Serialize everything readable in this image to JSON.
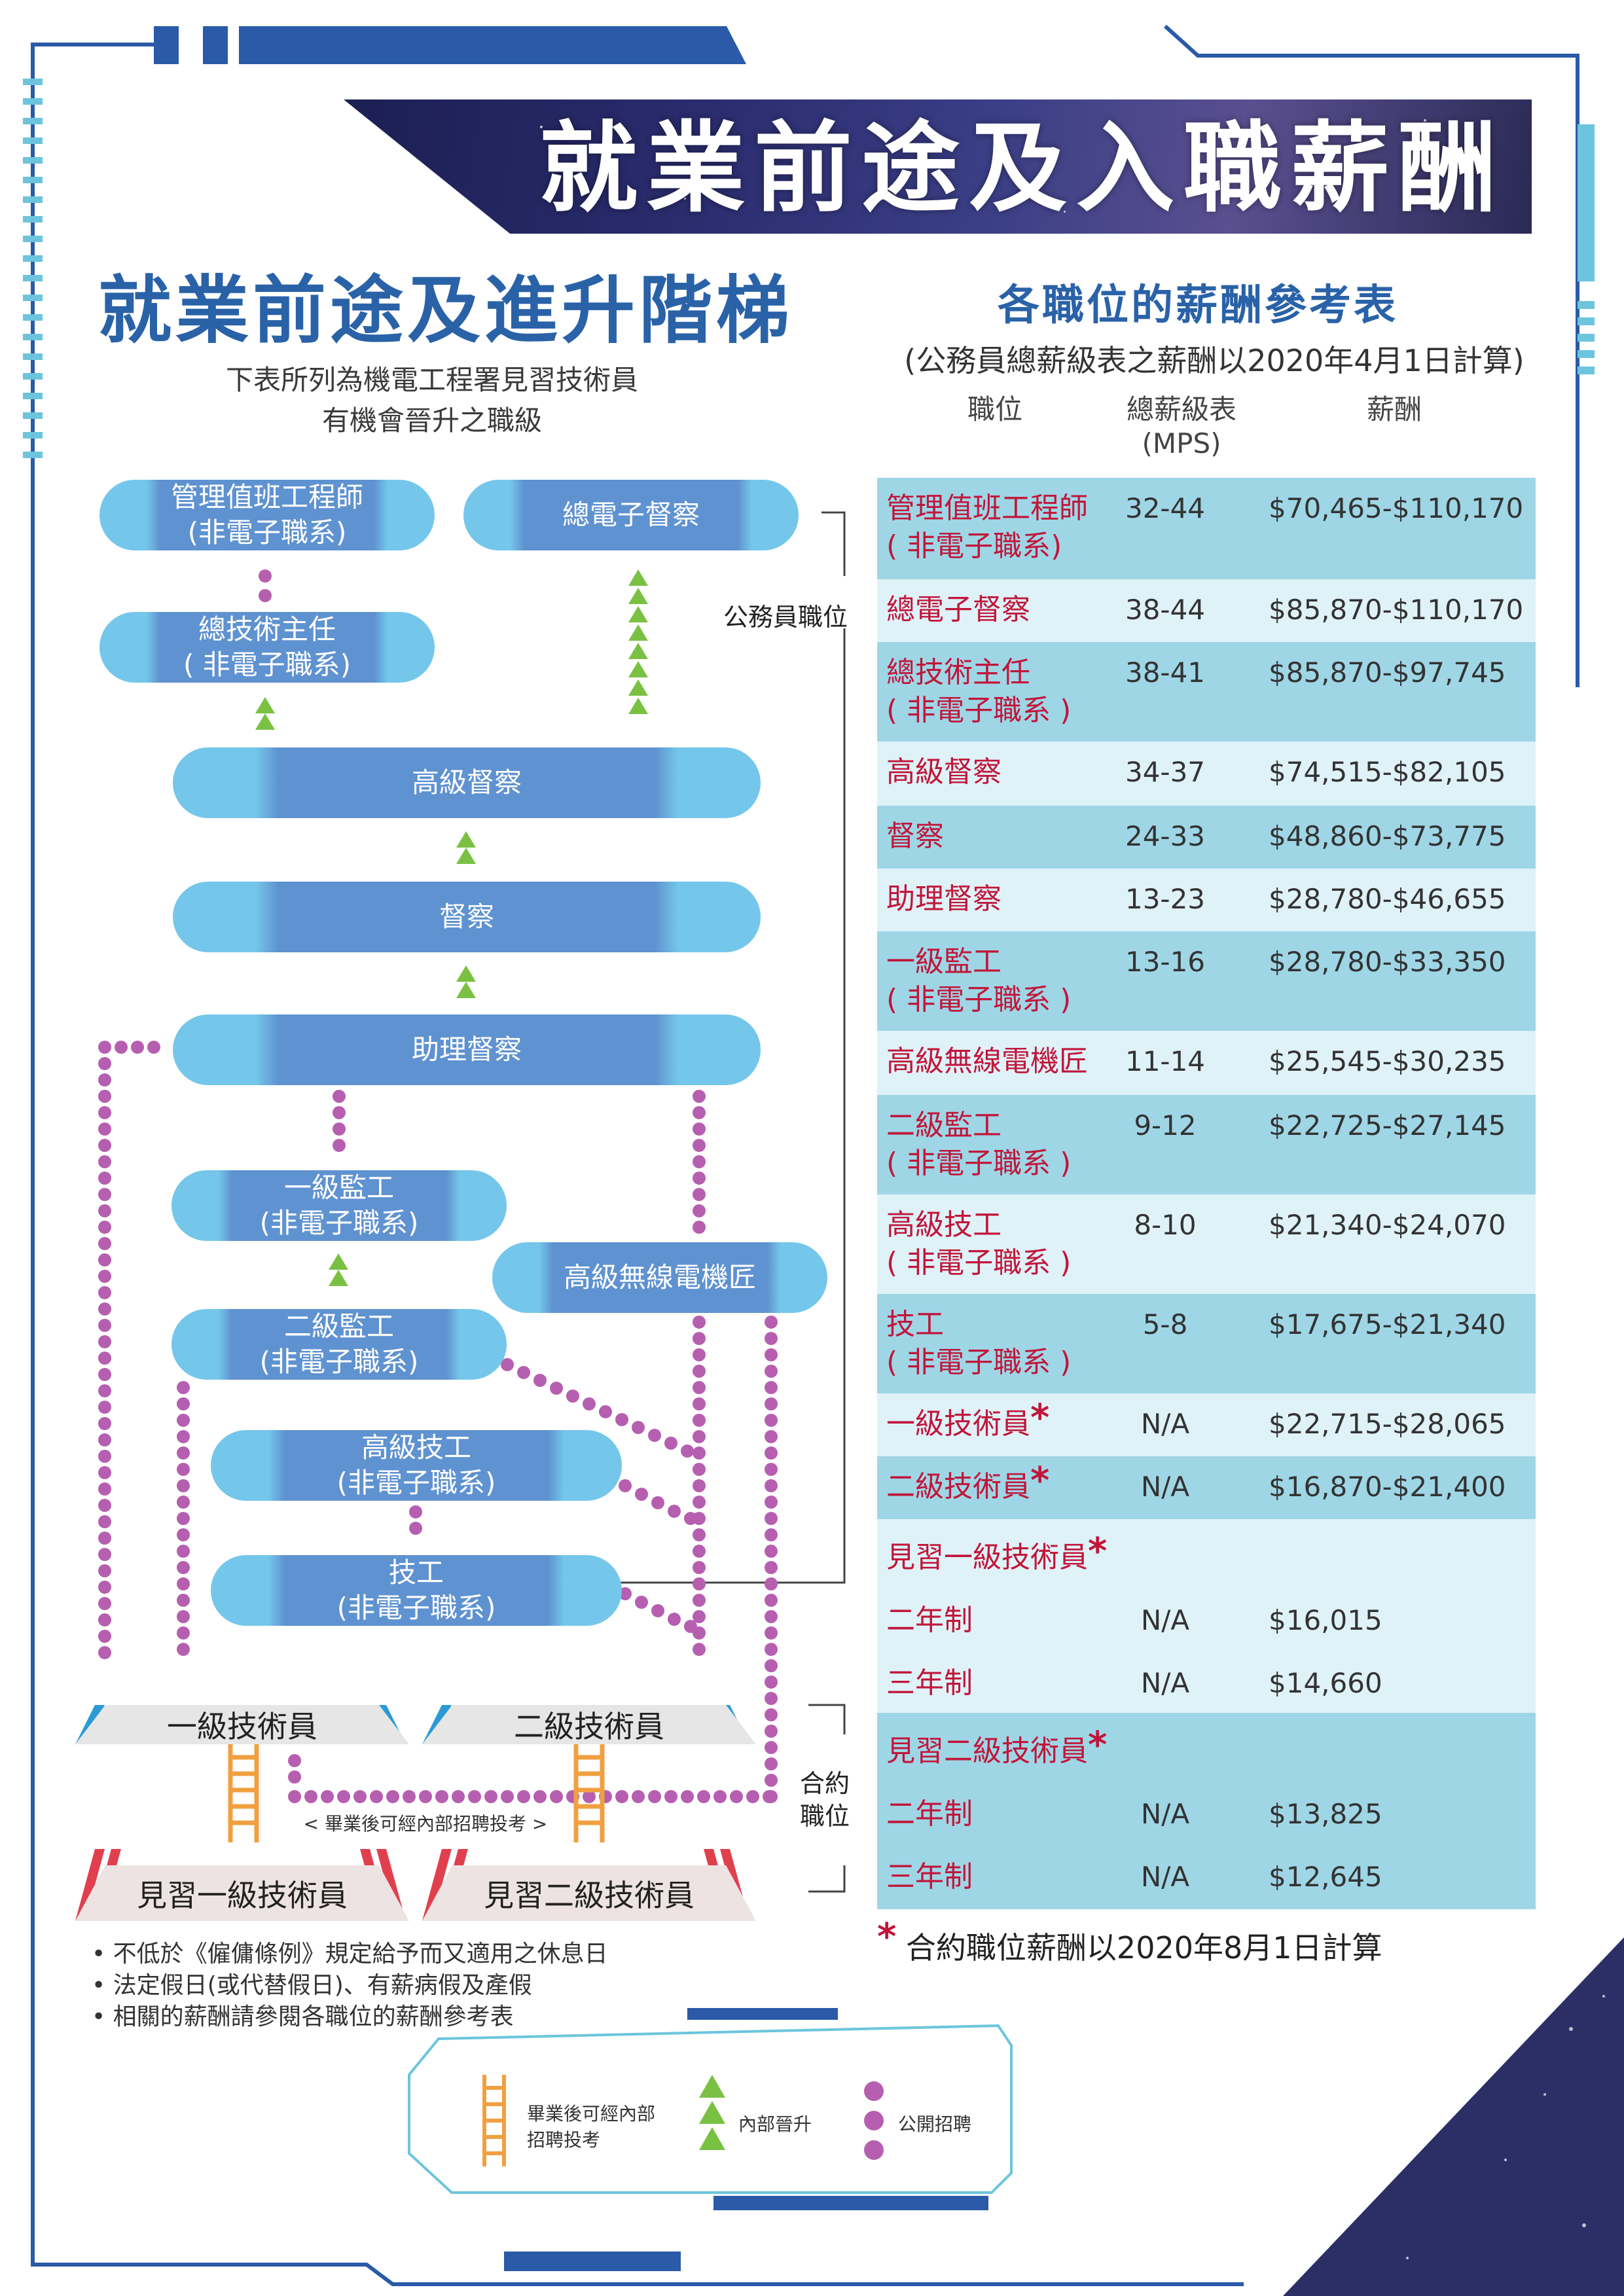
{
  "title": "就業前途及入職薪酬",
  "left": {
    "heading": "就業前途及進升階梯",
    "subtitle_line1": "下表所列為機電工程署見習技術員",
    "subtitle_line2": "有機會晉升之職級"
  },
  "ladder": {
    "engineer_line1": "管理值班工程師",
    "engineer_line2": "(非電子職系)",
    "chief_electronic_inspector": "總電子督察",
    "chief_tech_officer_line1": "總技術主任",
    "chief_tech_officer_line2": "( 非電子職系)",
    "senior_inspector": "高級督察",
    "inspector": "督察",
    "assistant_inspector": "助理督察",
    "foreman1_line1": "一級監工",
    "foreman1_line2": "(非電子職系)",
    "senior_radio_mechanic": "高級無線電機匠",
    "foreman2_line1": "二級監工",
    "foreman2_line2": "(非電子職系)",
    "senior_artisan_line1": "高級技工",
    "senior_artisan_line2": "(非電子職系)",
    "artisan_line1": "技工",
    "artisan_line2": "(非電子職系)",
    "tech1": "一級技術員",
    "tech2": "二級技術員",
    "trainee1": "見習一級技術員",
    "trainee2": "見習二級技術員",
    "internal_note": "< 畢業後可經內部招聘投考 >",
    "civil_service_label": "公務員職位",
    "contract_label_line1": "合約",
    "contract_label_line2": "職位"
  },
  "notes": [
    "• 不低於《僱傭條例》規定給予而又適用之休息日",
    "• 法定假日(或代替假日)、有薪病假及產假",
    "• 相關的薪酬請參閱各職位的薪酬參考表"
  ],
  "legend": {
    "ladder_line1": "畢業後可經內部",
    "ladder_line2": "招聘投考",
    "arrow": "內部晉升",
    "dots": "公開招聘"
  },
  "salary": {
    "heading": "各職位的薪酬參考表",
    "subheading": "(公務員總薪級表之薪酬以2020年4月1日計算)",
    "col_title": "職位",
    "col_mps_line1": "總薪級表",
    "col_mps_line2": "(MPS)",
    "col_salary": "薪酬",
    "rows": [
      {
        "t1": "管理值班工程師",
        "t2": "( 非電子職系)",
        "mps": "32-44",
        "sal": "$70,465-$110,170"
      },
      {
        "t1": "總電子督察",
        "t2": "",
        "mps": "38-44",
        "sal": "$85,870-$110,170"
      },
      {
        "t1": "總技術主任",
        "t2": "( 非電子職系 )",
        "mps": "38-41",
        "sal": "$85,870-$97,745"
      },
      {
        "t1": "高級督察",
        "t2": "",
        "mps": "34-37",
        "sal": "$74,515-$82,105"
      },
      {
        "t1": "督察",
        "t2": "",
        "mps": "24-33",
        "sal": "$48,860-$73,775"
      },
      {
        "t1": "助理督察",
        "t2": "",
        "mps": "13-23",
        "sal": "$28,780-$46,655"
      },
      {
        "t1": "一級監工",
        "t2": "( 非電子職系 )",
        "mps": "13-16",
        "sal": "$28,780-$33,350"
      },
      {
        "t1": "高級無線電機匠",
        "t2": "",
        "mps": "11-14",
        "sal": "$25,545-$30,235"
      },
      {
        "t1": "二級監工",
        "t2": "( 非電子職系 )",
        "mps": "9-12",
        "sal": "$22,725-$27,145"
      },
      {
        "t1": "高級技工",
        "t2": "( 非電子職系 )",
        "mps": "8-10",
        "sal": "$21,340-$24,070"
      },
      {
        "t1": "技工",
        "t2": "( 非電子職系 )",
        "mps": "5-8",
        "sal": "$17,675-$21,340"
      },
      {
        "t1": "一級技術員",
        "star": "*",
        "mps": "N/A",
        "sal": "$22,715-$28,065"
      },
      {
        "t1": "二級技術員",
        "star": "*",
        "mps": "N/A",
        "sal": "$16,870-$21,400"
      }
    ],
    "trainee1": {
      "title": "見習一級技術員",
      "star": "*",
      "r1": "二年制",
      "r1_mps": "N/A",
      "r1_sal": "$16,015",
      "r2": "三年制",
      "r2_mps": "N/A",
      "r2_sal": "$14,660"
    },
    "trainee2": {
      "title": "見習二級技術員",
      "star": "*",
      "r1": "二年制",
      "r1_mps": "N/A",
      "r1_sal": "$13,825",
      "r2": "三年制",
      "r2_mps": "N/A",
      "r2_sal": "$12,645"
    },
    "footnote_star": "*",
    "footnote": "合約職位薪酬以2020年8月1日計算"
  },
  "colors": {
    "accent_blue": "#2a62a8",
    "pill_blue": "#5f92d0",
    "pill_light": "#74c7ea",
    "table_dark": "#9fd6e6",
    "table_light": "#dff2f8",
    "red_text": "#c1163a",
    "dot_purple": "#b65fb0",
    "arrow_green": "#7ac143"
  }
}
